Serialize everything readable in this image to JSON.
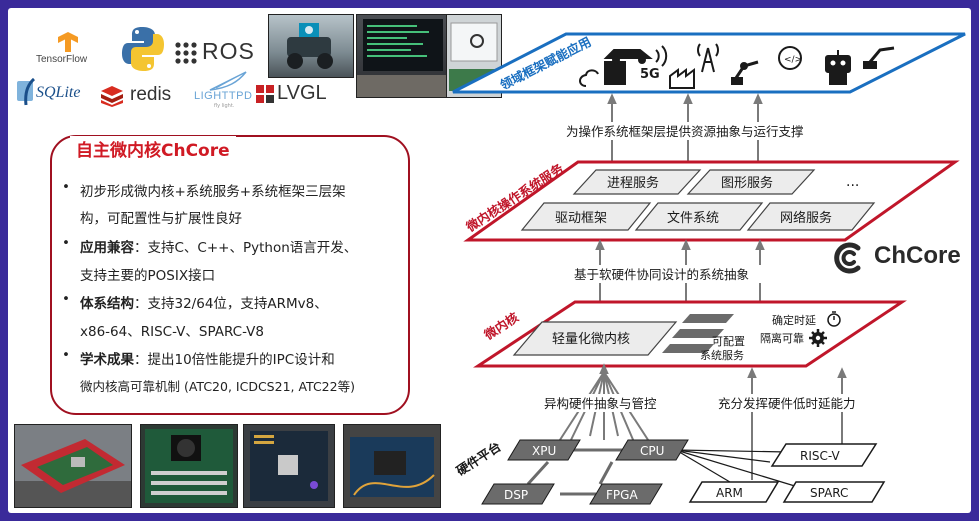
{
  "logos": {
    "tensorflow": "TensorFlow",
    "ros": "ROS",
    "sqlite": "SQLite",
    "redis": "redis",
    "lighttpd": "LIGHTTPD",
    "lighttpd_sub": "fly light.",
    "lvgl": "LVGL"
  },
  "chcore_box": {
    "title": "自主微内核ChCore",
    "b1_l1": "初步形成微内核+系统服务+系统框架三层架",
    "b1_l2": "构，可配置性与扩展性良好",
    "b2_bold": "应用兼容",
    "b2_l1_rest": "：支持C、C++、Python语言开发、",
    "b2_l2": "支持主要的POSIX接口",
    "b3_bold": "体系结构",
    "b3_l1_rest": "：支持32/64位，支持ARMv8、",
    "b3_l2": "x86-64、RISC-V、SPARC-V8",
    "b4_bold": "学术成果",
    "b4_l1_rest": "：提出10倍性能提升的IPC设计和",
    "b4_l2": "微内核高可靠机制 (ATC20, ICDCS21, ATC22等)"
  },
  "diagram": {
    "layer_app": "领域框架赋能应用",
    "app_5g": "5G",
    "arrow1_label": "为操作系统框架层提供资源抽象与运行支撑",
    "layer_services": "微内核操作系统服务",
    "svc_process": "进程服务",
    "svc_graphics": "图形服务",
    "svc_more": "...",
    "svc_driver": "驱动框架",
    "svc_fs": "文件系统",
    "svc_net": "网络服务",
    "arrow2_label": "基于软硬件协同设计的系统抽象",
    "layer_kernel": "微内核",
    "k_light": "轻量化微内核",
    "k_config_l1": "可配置",
    "k_config_l2": "系统服务",
    "k_timing": "确定时延",
    "k_isolation": "隔离可靠",
    "left_hw_label": "异构硬件抽象与管控",
    "right_hw_label": "充分发挥硬件低时延能力",
    "layer_hw": "硬件平台",
    "hw_xpu": "XPU",
    "hw_cpu": "CPU",
    "hw_dsp": "DSP",
    "hw_fpga": "FPGA",
    "hw_arm": "ARM",
    "hw_riscv": "RISC-V",
    "hw_sparc": "SPARC"
  },
  "brand": {
    "name": "ChCore"
  },
  "colors": {
    "frame": "#3a2a9a",
    "accent_red": "#c0162a",
    "accent_blue": "#1a6fc0",
    "gray_chip": "#6b6b6b"
  }
}
